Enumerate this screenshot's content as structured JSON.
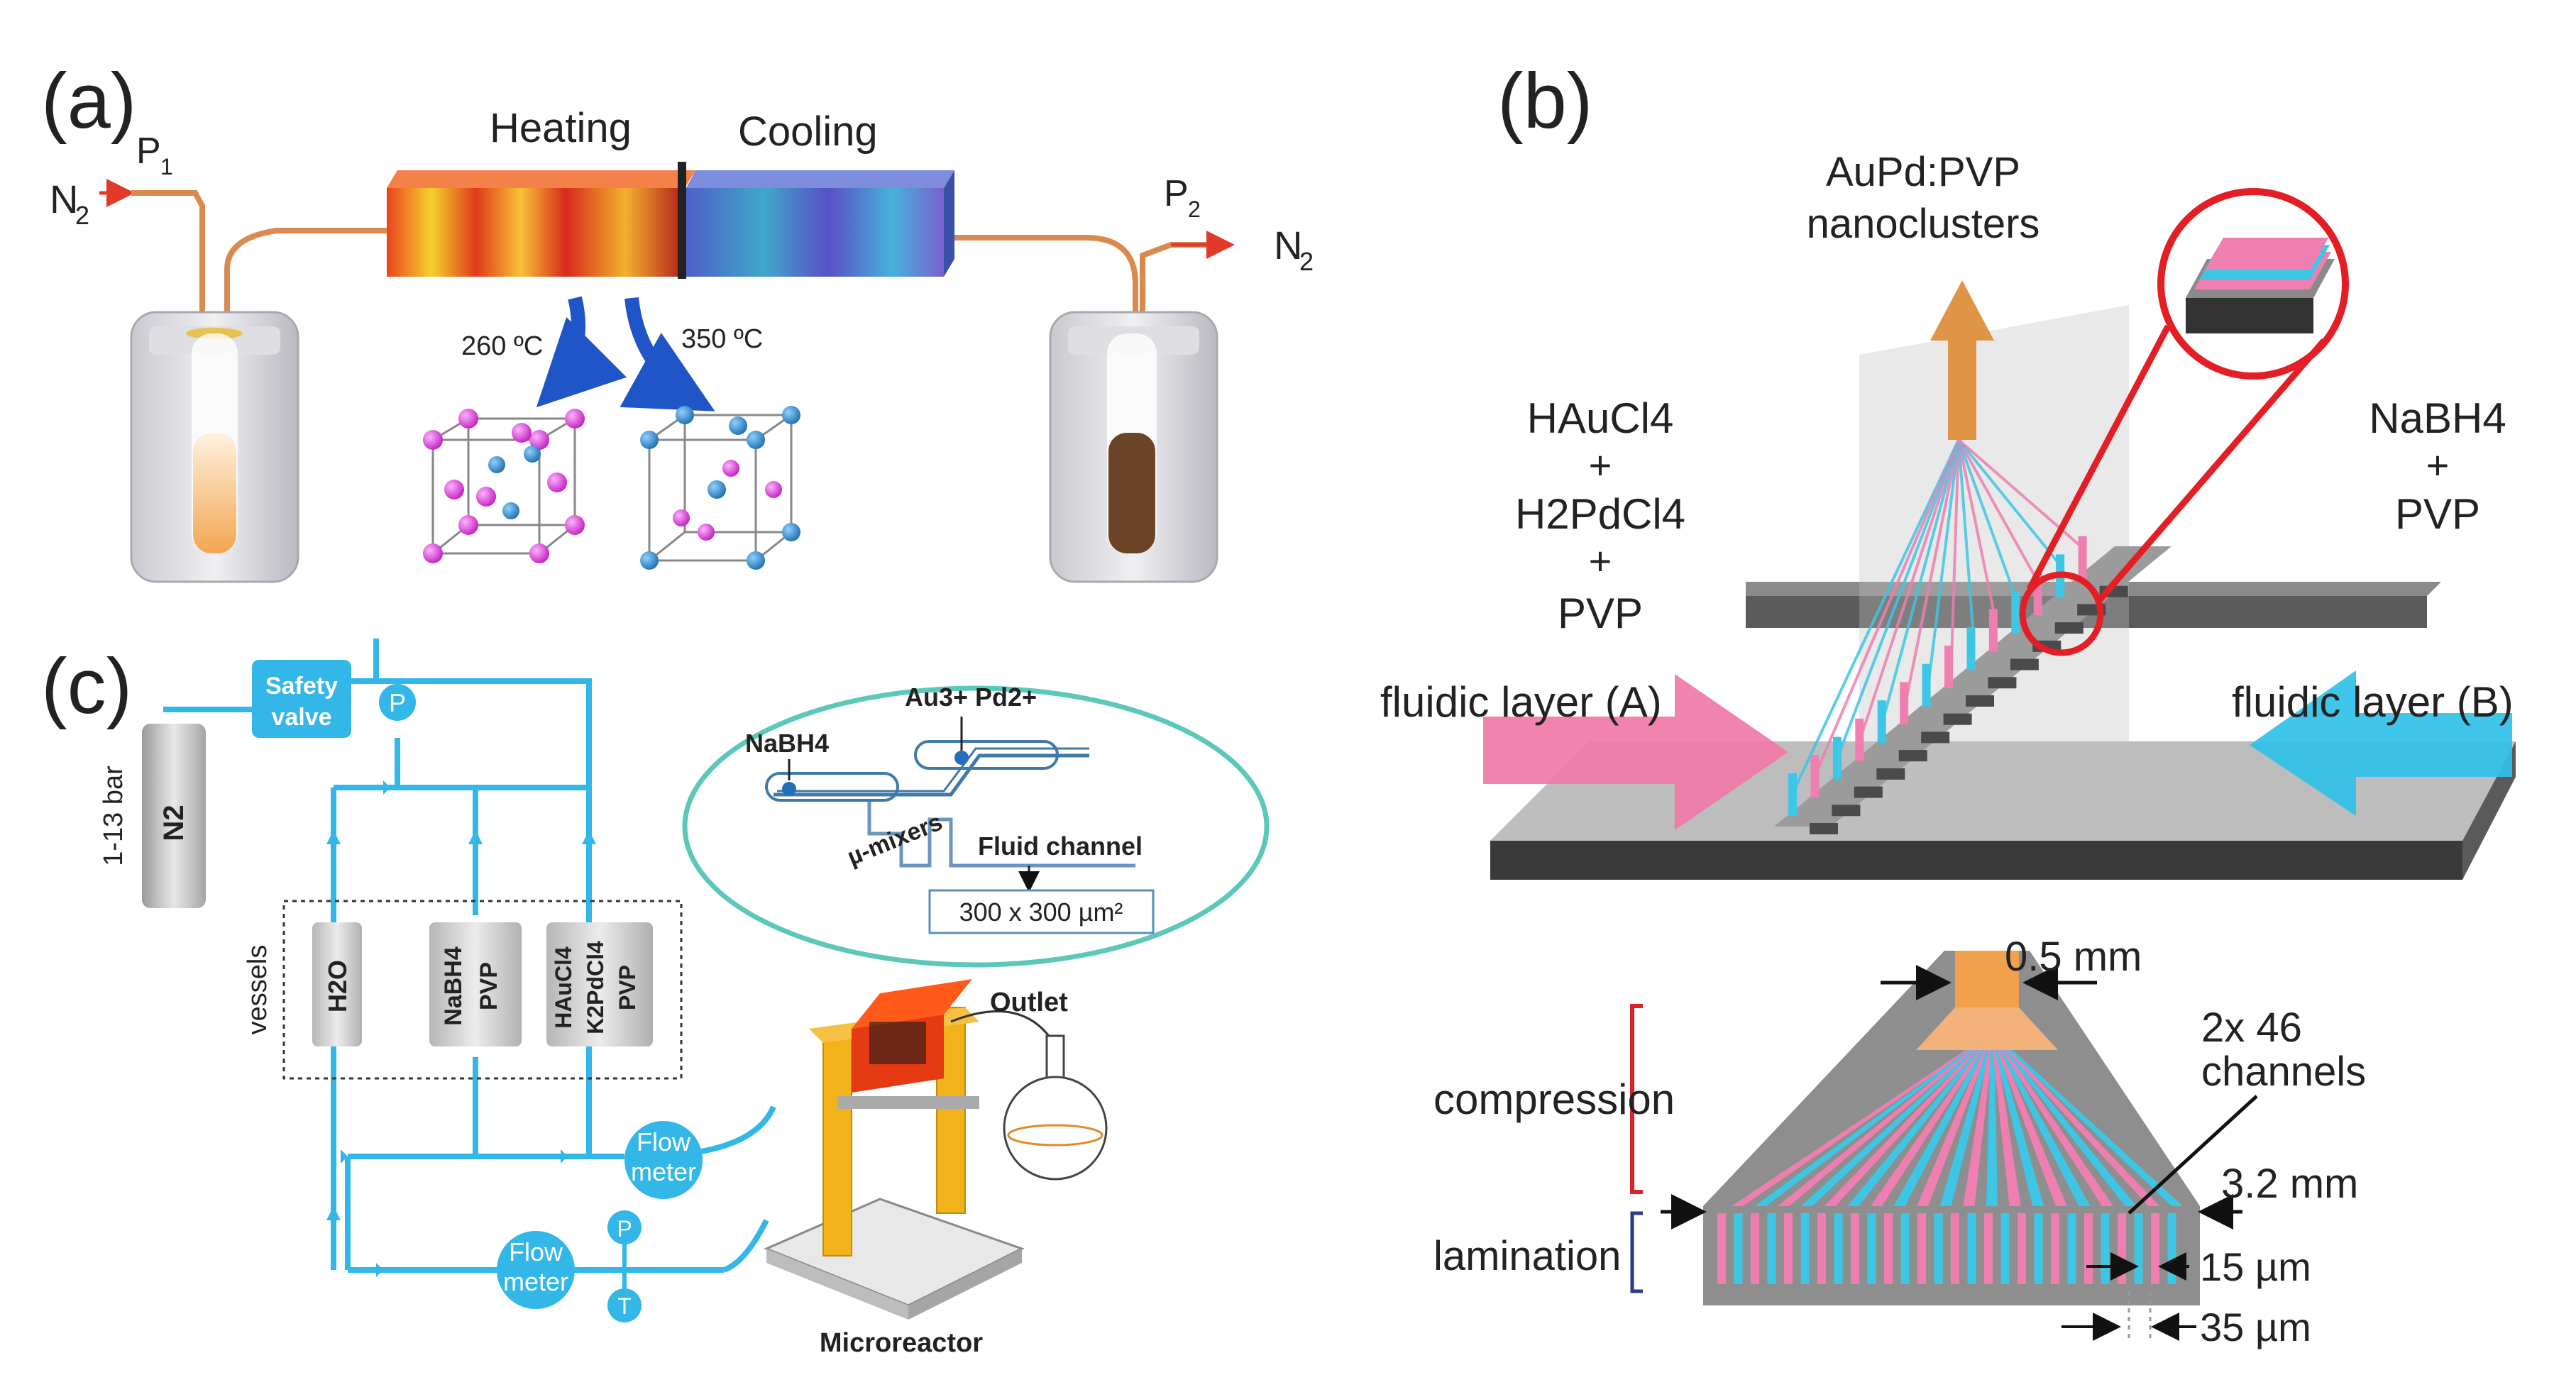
{
  "panels": {
    "a": {
      "label": "(a)",
      "n2_in": "N",
      "n2_in_sub": "2",
      "p1": "P",
      "p1_sub": "1",
      "heating": "Heating",
      "cooling": "Cooling",
      "temp_left": "260 ºC",
      "temp_right": "350 ºC",
      "p2": "P",
      "p2_sub": "2",
      "n2_out": "N",
      "n2_out_sub": "2"
    },
    "b": {
      "label": "(b)",
      "product_line1": "AuPd:PVP",
      "product_line2": "nanoclusters",
      "left_reagent": [
        "HAuCl4",
        "+",
        "H2PdCl4",
        "+",
        "PVP"
      ],
      "right_reagent": [
        "NaBH4",
        "+",
        "PVP"
      ],
      "left_layer": "fluidic layer (A)",
      "right_layer": "fluidic layer (B)",
      "dim_outlet": "0.5 mm",
      "channels_line1": "2x 46",
      "channels_line2": "channels",
      "compression": "compression",
      "lamination": "lamination",
      "dim_width": "3.2 mm",
      "dim_channel": "15 µm",
      "dim_pitch": "35 µm"
    },
    "c": {
      "label": "(c)",
      "safety_valve_1": "Safety",
      "safety_valve_2": "valve",
      "pressure": "1-13 bar",
      "gas": "N2",
      "vessels": "vessels",
      "vessel_1": "H2O",
      "vessel_2_1": "NaBH4",
      "vessel_2_2": "PVP",
      "vessel_3_1": "HAuCl4",
      "vessel_3_2": "K2PdCl4",
      "vessel_3_3": "PVP",
      "p_gauge": "P",
      "t_gauge": "T",
      "flow_meter_1": "Flow",
      "flow_meter_2": "meter",
      "nabh4": "NaBH4",
      "ions": "Au3+ Pd2+",
      "mixers": "µ-mixers",
      "fluid_channel": "Fluid channel",
      "channel_size": "300 x 300 µm²",
      "outlet": "Outlet",
      "microreactor": "Microreactor"
    }
  },
  "colors": {
    "pink": "#ee7fb0",
    "cyan": "#3ec6e6",
    "blue_line": "#33b6e8",
    "red_circle": "#e31e24",
    "orange": "#f0a24a",
    "teal_ellipse": "#5cc8b8",
    "gray": "#8a8a8a"
  }
}
